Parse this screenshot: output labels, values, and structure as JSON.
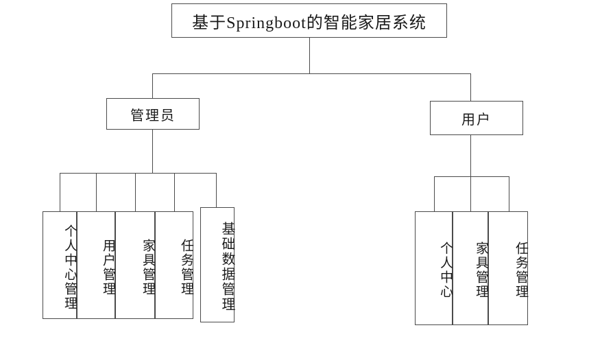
{
  "diagram": {
    "type": "hierarchy-tree",
    "title": "基于Springboot的智能家居系统",
    "orientation": "top-down",
    "background_color": "#ffffff",
    "line_color": "#4a4a4a",
    "text_color": "#1a1a1a"
  },
  "root": {
    "label": "基于Springboot的智能家居系统"
  },
  "branches": [
    {
      "id": "admin",
      "label": "管理员",
      "children": [
        {
          "label": "个人中心管理"
        },
        {
          "label": "用户管理"
        },
        {
          "label": "家具管理"
        },
        {
          "label": "任务管理"
        },
        {
          "label": "基础数据管理"
        }
      ]
    },
    {
      "id": "user",
      "label": "用户",
      "children": [
        {
          "label": "个人中心"
        },
        {
          "label": "家具管理"
        },
        {
          "label": "任务管理"
        }
      ]
    }
  ]
}
